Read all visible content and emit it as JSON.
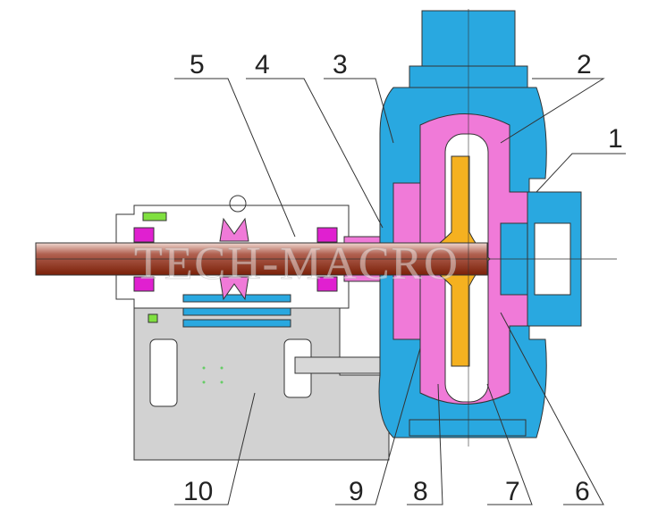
{
  "title": "Slurry pump sectional drawing",
  "watermark": "TECH-MACRO",
  "part_labels": {
    "p1": "1",
    "p2": "2",
    "p3": "3",
    "p4": "4",
    "p5": "5",
    "p6": "6",
    "p7": "7",
    "p8": "8",
    "p9": "9",
    "p10": "10"
  },
  "colors": {
    "casing": "#29a8e0",
    "liner": "#f07ad8",
    "impeller": "#f5b120",
    "shaft": "#8b2d12",
    "bearing": "#e020d0",
    "frame": "#d0d0d0",
    "grease": "#80e040"
  }
}
